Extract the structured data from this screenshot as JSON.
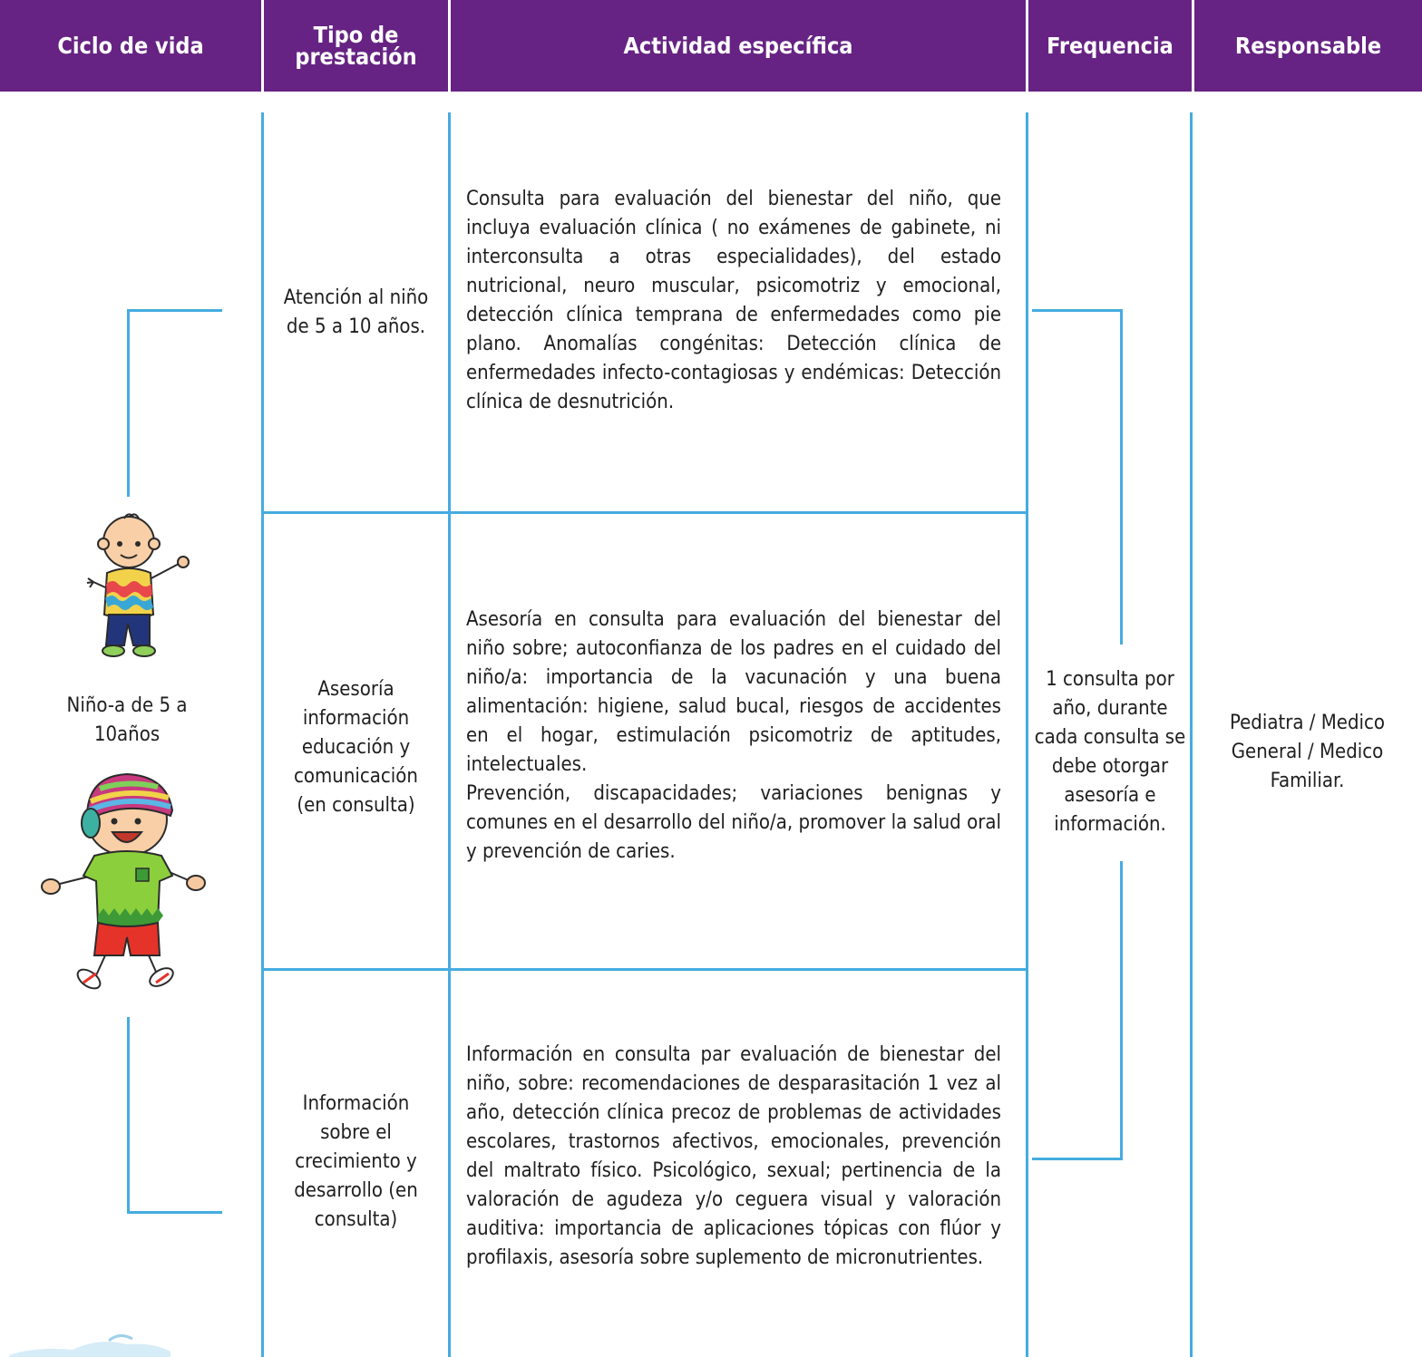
{
  "header": {
    "ciclo": "Ciclo de vida",
    "tipo": "Tipo de\nprestación",
    "actividad": "Actividad específica",
    "frecuencia": "Frequencia",
    "responsable": "Responsable"
  },
  "ciclo": {
    "label": "Niño-a de 5 a\n10años"
  },
  "rows": [
    {
      "tipo": "Atención al niño\nde 5 a 10 años.",
      "actividad": [
        "Consulta para evaluación del bienestar del niño, que incluya evaluación clínica ( no exámenes de gabinete, ni interconsulta a otras especialidades), del estado nutricional, neuro muscular, psicomotriz y emocional, detección clínica temprana de enfermedades como pie plano. Anomalías congénitas: Detección clínica de enfermedades infecto-contagiosas y endémicas: Detección clínica de desnutrición."
      ]
    },
    {
      "tipo": "Asesoría\ninformación\neducación y\ncomunicación\n(en consulta)",
      "actividad": [
        "Asesoría en consulta para evaluación del bienestar del niño sobre; autoconfianza de los padres en el cuidado del niño/a: importancia de la vacunación y una buena alimentación: higiene, salud bucal, riesgos de accidentes en el hogar, estimulación psicomotriz de aptitudes, intelectuales.",
        "Prevención, discapacidades; variaciones benignas y comunes en el desarrollo del niño/a, promover la salud oral y prevención de caries."
      ]
    },
    {
      "tipo": "Información\nsobre el\ncrecimiento y\ndesarrollo (en\nconsulta)",
      "actividad": [
        "Información en consulta par evaluación de bienestar del niño, sobre: recomendaciones de desparasitación 1 vez al año, detección clínica precoz de problemas de actividades escolares, trastornos afectivos, emocionales, prevención del maltrato físico. Psicológico, sexual; pertinencia de la valoración de agudeza y/o ceguera visual y valoración auditiva: importancia de aplicaciones tópicas con flúor y profilaxis, asesoría sobre suplemento de micronutrientes."
      ]
    }
  ],
  "frecuencia": "1 consulta por\naño, durante\ncada consulta se\ndebe otorgar\nasesoría e\ninformación.",
  "responsable": "Pediatra / Medico\nGeneral / Medico\nFamiliar.",
  "colors": {
    "header_bg": "#662383",
    "rule": "#45ace0"
  },
  "icons": [
    "toddler-illustration",
    "boy-illustration"
  ]
}
